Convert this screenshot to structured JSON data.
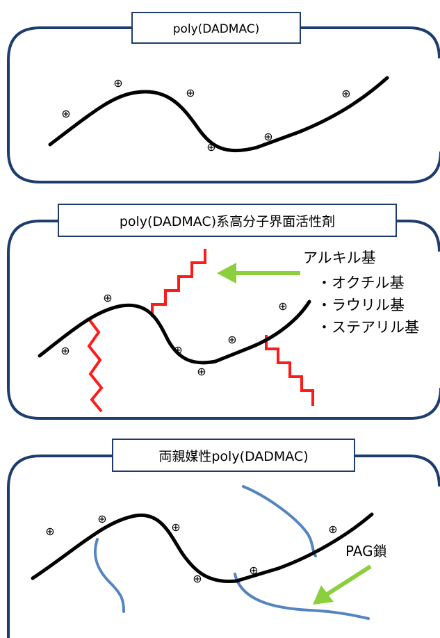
{
  "panels": [
    {
      "title": "poly(DADMAC)",
      "charges": [
        "⊕",
        "⊕",
        "⊕",
        "⊕",
        "⊕",
        "⊕"
      ]
    },
    {
      "title": "poly(DADMAC)系高分子界面活性剤",
      "charges": [
        "⊕",
        "⊕",
        "⊕",
        "⊕",
        "⊕",
        "⊕"
      ],
      "annotation": {
        "heading": "アルキル基",
        "items": [
          "・オクチル基",
          "・ラウリル基",
          "・ステアリル基"
        ]
      }
    },
    {
      "title": "両親媒性poly(DADMAC)",
      "charges": [
        "⊕",
        "⊕",
        "⊕",
        "⊕",
        "⊕",
        "⊕"
      ],
      "annotation": {
        "heading": "PAG鎖"
      }
    }
  ],
  "colors": {
    "frame": "#1f3c6e",
    "backbone": "#000000",
    "alkyl": "#ff1a1a",
    "pag": "#5585c0",
    "arrow": "#8ccf3c"
  }
}
